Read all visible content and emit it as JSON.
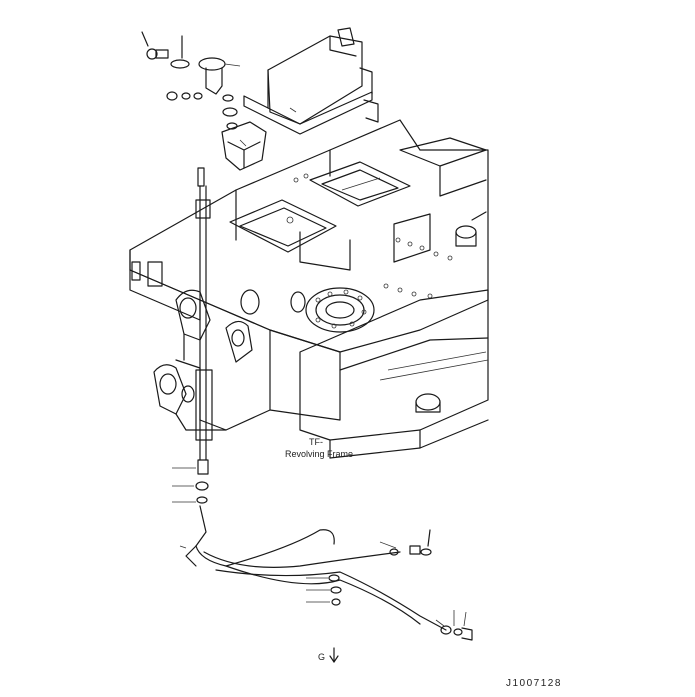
{
  "callout_label": "Revolving Frame",
  "callout_ref": "TF-",
  "drawing_number": "J1007128",
  "bottom_marker": "G"
}
